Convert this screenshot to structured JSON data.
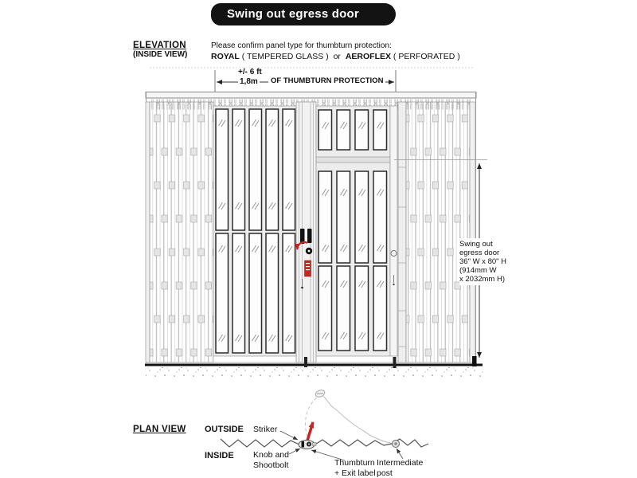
{
  "title_bar": {
    "label": "Swing out egress door"
  },
  "elevation": {
    "heading": "ELEVATION",
    "subheading": "(INSIDE VIEW)",
    "note": {
      "line1": "Please confirm panel type for thumbturn protection:",
      "royal": "ROYAL",
      "royal_desc": "( TEMPERED GLASS )",
      "conjunction": "or",
      "aeroflex": "AEROFLEX",
      "aeroflex_desc": "( PERFORATED )"
    },
    "top_dimension": {
      "feet": "+/- 6 ft",
      "meters": "1,8m",
      "label": "OF THUMBTURN PROTECTION"
    },
    "door_callout": "Swing out\negress door\n36\" W x 80\" H\n(914mm W\nx 2032mm H)"
  },
  "plan_view": {
    "heading": "PLAN VIEW",
    "outside_label": "OUTSIDE",
    "inside_label": "INSIDE",
    "callouts": {
      "striker": "Striker",
      "knob_shootbolt": "Knob and\nShootbolt",
      "thumbturn": "Thumbturn\n+ Exit label",
      "intermediate_post": "Intermediate\npost"
    }
  },
  "colors": {
    "title_bg": "#131313",
    "accent_red": "#cc2222",
    "line_gray": "#8a8a8a",
    "panel_border": "#2b2b2b"
  }
}
